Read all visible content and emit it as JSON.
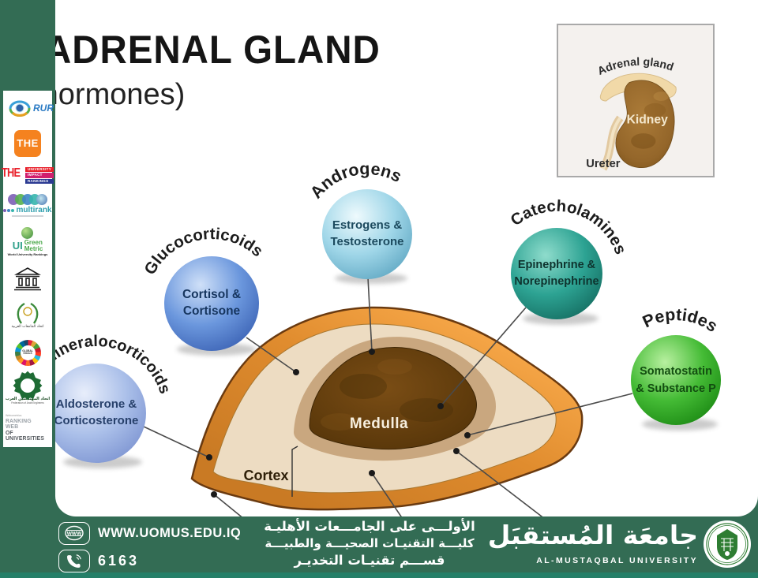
{
  "colors": {
    "frame_green": "#336c54",
    "bottom_strip_teal": "#257f68",
    "slide_bg": "#ffffff",
    "gland_orange": "#e08c2e",
    "cortex_cream": "#eddcc2",
    "medulla_brown": "#5e3a0c"
  },
  "slide": {
    "title": "ADRENAL GLAND",
    "subtitle": "(hormones)",
    "inset": {
      "adrenal_gland_label": "Adrenal gland",
      "kidney_label": "Kidney",
      "ureter_label": "Ureter"
    },
    "gland": {
      "medulla_label": "Medulla",
      "cortex_label": "Cortex"
    },
    "bubbles": [
      {
        "label": "Glucocorticoids",
        "line1": "Cortisol &",
        "line2": "Cortisone",
        "color": "#6b97dd"
      },
      {
        "label": "Androgens",
        "line1": "Estrogens &",
        "line2": "Testosterone",
        "color": "#9fd6e8"
      },
      {
        "label": "Catecholamines",
        "line1": "Epinephrine &",
        "line2": "Norepinephrine",
        "color": "#2da393"
      },
      {
        "label": "Peptides",
        "line1": "Somatostatin",
        "line2": "& Substance P",
        "color": "#44bb35"
      },
      {
        "label": "Mineralocorticoids",
        "line1": "Aldosterone &",
        "line2": "Corticosterone",
        "color": "#aabfe9"
      }
    ]
  },
  "sidebar": {
    "rur": {
      "text": "RUR"
    },
    "the": {
      "text": "THE"
    },
    "impact": {
      "text": "THE",
      "bar1": "UNIVERSITY",
      "bar2": "IMPACT",
      "bar3": "RANKINGS"
    },
    "multirank": {
      "text": "multirank"
    },
    "greenmetric": {
      "ui": "UI",
      "g": "Green",
      "m": "Metric",
      "sub": "World University Rankings"
    },
    "sdg": {
      "core": "GLOBAL GOALS"
    },
    "engineers": {
      "ar": "اتحاد المهندسين العرب",
      "en": "Federation of Arab Engineers"
    },
    "aaru": {
      "ar": "اتحاد الجامعات العربية"
    },
    "webometrics": {
      "tiny": "Webometrics",
      "line1": "RANKING WEB",
      "line2": "OF UNIVERSITIES"
    }
  },
  "footer": {
    "website": "WWW.UOMUS.EDU.IQ",
    "phone": "6163",
    "arabic_line1": "الأولـــى على الجامـــعات الأهليـة",
    "arabic_line2": "كليـــة التقنيـات الصحيـــة والطبيـــة",
    "arabic_line3": "قســـم تقنيـات التخديـر",
    "university_name_ar": "جامعَة المُستقبَل",
    "university_name_en": "AL-MUSTAQBAL UNIVERSITY"
  }
}
